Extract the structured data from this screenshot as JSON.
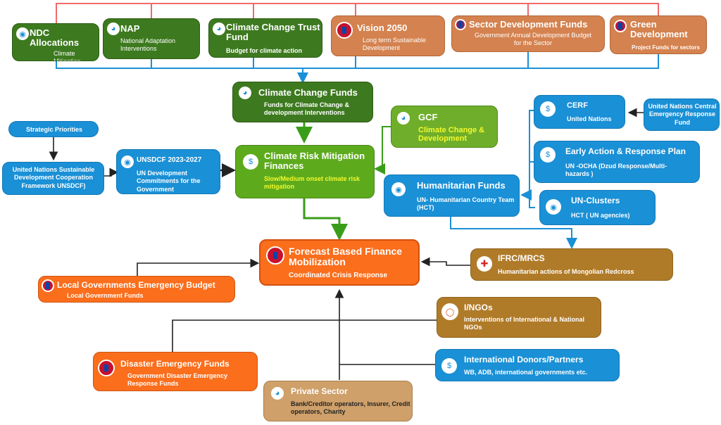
{
  "boxes": {
    "ndc": {
      "title": "NDC Allocations",
      "sub": "Climate Mitigation"
    },
    "nap": {
      "title": "NAP",
      "sub": "National Adaptation Interventions"
    },
    "cctf": {
      "title": "Climate Change Trust Fund",
      "sub": "Budget for climate action"
    },
    "vision": {
      "title": "Vision 2050",
      "sub": "Long term Sustainable Development"
    },
    "sector": {
      "title": "Sector Development Funds",
      "sub": "Government Annual Development Budget for the Sector"
    },
    "green": {
      "title": "Green Development",
      "sub": "Project Funds for sectors"
    },
    "ccf": {
      "title": "Climate Change Funds",
      "sub": "Funds for  Climate Change & development  Interventions"
    },
    "gcf": {
      "title": "GCF",
      "sub": "Climate Change & Development"
    },
    "strategic": {
      "title": "Strategic Priorities"
    },
    "unsdcf_full": {
      "title": "United Nations Sustainable Development Cooperation Framework UNSDCF)"
    },
    "unsdcf": {
      "title": "UNSDCF  2023-2027",
      "sub": "UN Development Commitments for the Government"
    },
    "crmf": {
      "title": "Climate Risk Mitigation Finances",
      "sub": "Slow/Medium onset climate risk mitigation"
    },
    "cerf": {
      "title": "CERF",
      "sub": "United Nations"
    },
    "uncerf": {
      "title": "United Nations Central Emergency Response Fund"
    },
    "early": {
      "title": "Early Action & Response Plan",
      "sub": "UN -OCHA (Dzud Response/Multi-hazards )"
    },
    "hum": {
      "title": "Humanitarian Funds",
      "sub": "UN- Humanitarian Country Team (HCT)"
    },
    "clusters": {
      "title": "UN-Clusters",
      "sub": "HCT ( UN agencies)"
    },
    "fbf": {
      "title": "Forecast Based Finance Mobilization",
      "sub": "Coordinated Crisis Response"
    },
    "ifrc": {
      "title": "IFRC/MRCS",
      "sub": "Humanitarian actions of Mongolian Redcross"
    },
    "local": {
      "title": "Local Governments Emergency Budget",
      "sub": "Local Government Funds"
    },
    "ingo": {
      "title": "I/NGOs",
      "sub": "Interventions of International & National NGOs"
    },
    "disaster": {
      "title": "Disaster Emergency Funds",
      "sub": "Government Disaster Emergency Response Funds"
    },
    "donors": {
      "title": "International Donors/Partners",
      "sub": "WB, ADB, international governments etc."
    },
    "private": {
      "title": "Private Sector",
      "sub": "Bank/Creditor operators, Insurer, Credit operators, Charity"
    }
  },
  "colors": {
    "blue": "#1a90d6",
    "dark_green": "#3d7a1f",
    "light_green": "#5dab1d",
    "tan": "#d4824f",
    "orange": "#fa6e1c",
    "brown": "#b07b28",
    "sand": "#cfa06a",
    "pink_line": "#f06a6a"
  },
  "icons": [
    "un-emblem-icon",
    "money-bag-icon",
    "mongolia-flag-icon",
    "globe-icon",
    "red-cross-icon",
    "lifebuoy-icon"
  ]
}
